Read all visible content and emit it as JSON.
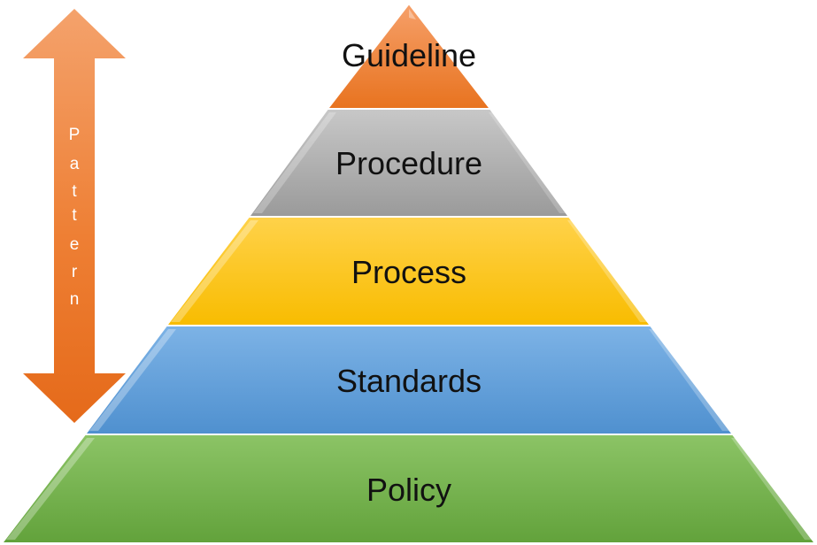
{
  "pyramid": {
    "tiers": [
      {
        "label": "Guideline",
        "color": "#ED7D31"
      },
      {
        "label": "Procedure",
        "color": "#A5A5A5"
      },
      {
        "label": "Process",
        "color": "#FFC000"
      },
      {
        "label": "Standards",
        "color": "#5B9BD5"
      },
      {
        "label": "Policy",
        "color": "#70AD47"
      }
    ]
  },
  "arrow": {
    "label": "Pattern",
    "letters": [
      "P",
      "a",
      "t",
      "t",
      "e",
      "r",
      "n"
    ],
    "color": "#ED7D31",
    "direction": "bidirectional-vertical"
  }
}
